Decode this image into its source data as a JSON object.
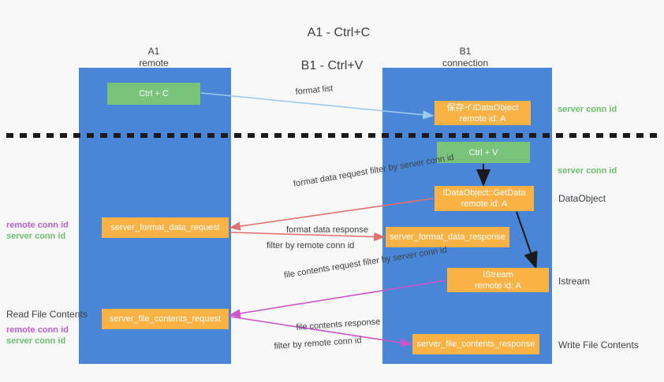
{
  "title": {
    "line1": "A1 - Ctrl+C",
    "line2": "B1 - Ctrl+V"
  },
  "columns": [
    {
      "name": "A1",
      "sub": "remote"
    },
    {
      "name": "B1",
      "sub": "connection"
    }
  ],
  "boxes": {
    "ctrl_c": {
      "label": "Ctrl + C",
      "color": "#79c47a"
    },
    "save_idataobject": {
      "line1": "保存イIDataObject",
      "line2": "remote id: A",
      "color": "#fbb244"
    },
    "ctrl_v": {
      "label": "Ctrl + V",
      "color": "#79c47a"
    },
    "getdata": {
      "line1": "IDataObject::GetData",
      "line2": "remote id: A",
      "color": "#fbb244"
    },
    "server_format_data_request": {
      "label": "server_format_data_request",
      "color": "#fbb244"
    },
    "server_format_data_response": {
      "label": "server_format_data_response",
      "color": "#fbb244"
    },
    "istream": {
      "line1": "IStream",
      "line2": "remote id: A",
      "color": "#fbb244"
    },
    "server_file_contents_request": {
      "label": "server_file_contents_request",
      "color": "#fbb244"
    },
    "server_file_contents_response": {
      "label": "server_file_contents_response",
      "color": "#fbb244"
    }
  },
  "arrow_labels": {
    "format_list": "format list",
    "format_data_request": "format data request",
    "format_data_request_filter_prefix": "filter by ",
    "format_data_request_filter_value": "server conn id",
    "format_data_response": "format data response",
    "format_data_response_filter_prefix": "filter by ",
    "format_data_response_filter_value": "remote conn id",
    "file_contents_request": "file contents request",
    "file_contents_request_filter_prefix": "filter by ",
    "file_contents_request_filter_value": "server conn id",
    "file_contents_response": "file contents response",
    "file_contents_response_filter_prefix": "filter by ",
    "file_contents_response_filter_value": "remote conn id"
  },
  "right_annotations": {
    "server_conn_id_top": "server conn id",
    "server_conn_id_mid": "server conn id",
    "dataobject": "DataObject",
    "istream": "Istream",
    "write_file_contents": "Write File Contents"
  },
  "left_annotations": {
    "remote_conn_id_1": "remote conn id",
    "server_conn_id_1": "server conn id",
    "read_file_contents": "Read File Contents",
    "remote_conn_id_2": "remote conn id",
    "server_conn_id_2": "server conn id"
  },
  "colors": {
    "lane": "#4a86d8",
    "green_box": "#79c47a",
    "orange_box": "#fbb244",
    "green_text": "#6cbf6d",
    "purple_text": "#bb5fd1",
    "red_arrow": "#e2716e",
    "magenta_arrow": "#cc55cc",
    "lightblue_arrow": "#9ec9ef",
    "black_arrow": "#1a1a1a",
    "background": "#f8f8f8"
  }
}
